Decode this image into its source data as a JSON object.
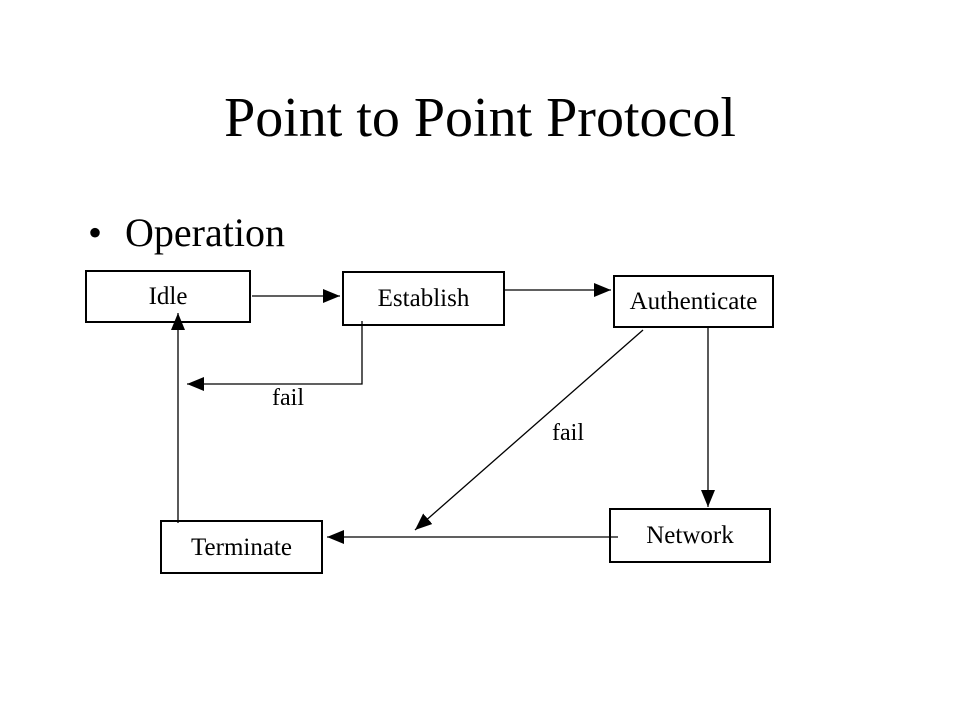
{
  "slide": {
    "title": "Point to Point Protocol",
    "bullet_char": "•",
    "bullet_label": "Operation"
  },
  "diagram": {
    "type": "state-diagram",
    "nodes": [
      {
        "id": "idle",
        "label": "Idle"
      },
      {
        "id": "establish",
        "label": "Establish"
      },
      {
        "id": "authenticate",
        "label": "Authenticate"
      },
      {
        "id": "network",
        "label": "Network"
      },
      {
        "id": "terminate",
        "label": "Terminate"
      }
    ],
    "edges": [
      {
        "from": "Idle",
        "to": "Establish",
        "label": ""
      },
      {
        "from": "Establish",
        "to": "Authenticate",
        "label": ""
      },
      {
        "from": "Establish",
        "to": "Idle",
        "label": "fail"
      },
      {
        "from": "Authenticate",
        "to": "Network",
        "label": ""
      },
      {
        "from": "Authenticate",
        "to": "Terminate",
        "label": "fail"
      },
      {
        "from": "Network",
        "to": "Terminate",
        "label": ""
      },
      {
        "from": "Terminate",
        "to": "Idle",
        "label": ""
      }
    ],
    "colors": {
      "ink": "#000000",
      "background": "#ffffff"
    }
  }
}
